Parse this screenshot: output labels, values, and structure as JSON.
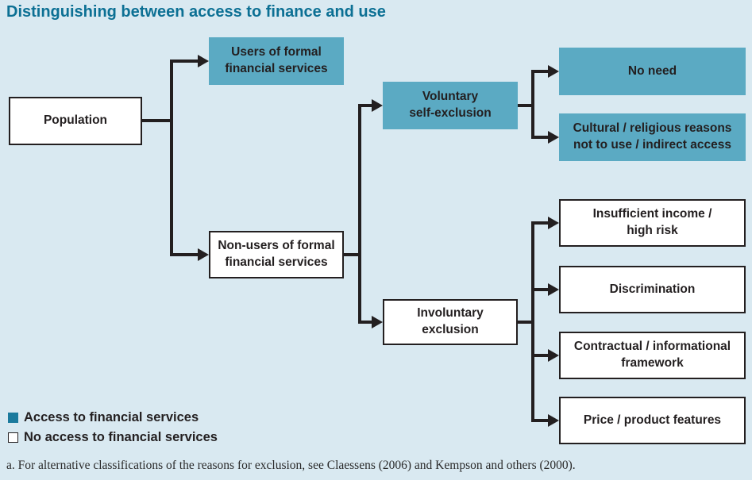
{
  "title": "Distinguishing between access to finance and use",
  "colors": {
    "background": "#d9e9f1",
    "teal_box": "#5baac3",
    "teal_legend": "#1b7a9d",
    "title_text": "#0c7094",
    "line": "#231f20"
  },
  "nodes": {
    "population": {
      "label": "Population",
      "type": "no-access"
    },
    "users": {
      "label": "Users of formal\nfinancial services",
      "type": "access"
    },
    "non_users": {
      "label": "Non-users of formal\nfinancial services",
      "type": "no-access"
    },
    "voluntary": {
      "label": "Voluntary\nself-exclusion",
      "type": "access"
    },
    "involuntary": {
      "label": "Involuntary\nexclusion",
      "type": "no-access"
    },
    "no_need": {
      "label": "No need",
      "type": "access"
    },
    "cultural": {
      "label": "Cultural / religious reasons\nnot to use / indirect access",
      "type": "access"
    },
    "insufficient": {
      "label": "Insufficient income /\nhigh risk",
      "type": "no-access"
    },
    "discrimination": {
      "label": "Discrimination",
      "type": "no-access"
    },
    "contractual": {
      "label": "Contractual / informational\nframework",
      "type": "no-access"
    },
    "price": {
      "label": "Price / product features",
      "type": "no-access"
    }
  },
  "legend": {
    "access_label": "Access to financial services",
    "no_access_label": "No access to financial services"
  },
  "footnote": "a. For alternative classifications of the reasons for exclusion, see Claessens (2006) and Kempson and others (2000)."
}
